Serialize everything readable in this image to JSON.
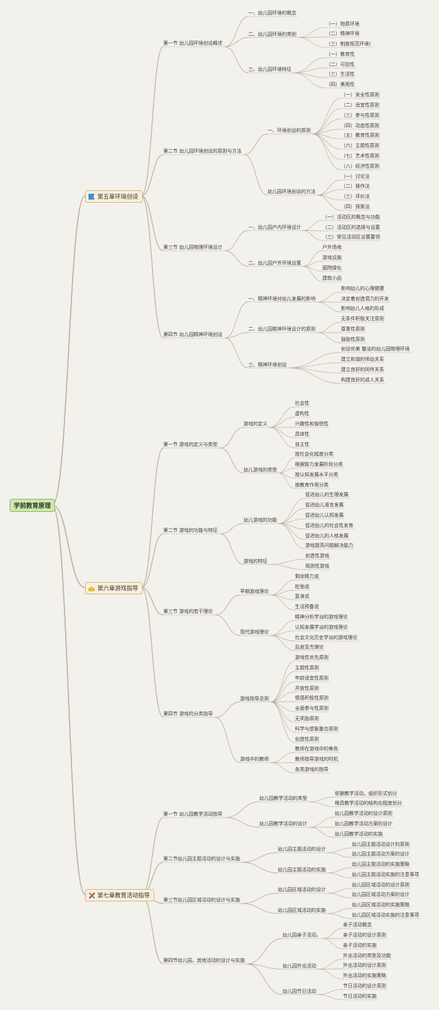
{
  "root": "学前教育原理",
  "line_color": "#b8b3a3",
  "chapters": [
    {
      "label": "第五章环境创设",
      "icon": "flag-icon",
      "sections": [
        {
          "label": "第一节 幼儿园环境创设概述",
          "children": [
            {
              "label": "一、幼儿园环境的概念",
              "children": []
            },
            {
              "label": "二、幼儿园环境的类别",
              "children": [
                {
                  "label": "（一）物质环境"
                },
                {
                  "label": "（二）精神环境"
                },
                {
                  "label": "（三）制度规范环境)"
                }
              ]
            },
            {
              "label": "三、幼儿园环境特征",
              "children": [
                {
                  "label": "（一）教育性"
                },
                {
                  "label": "（二）可控性"
                },
                {
                  "label": "（三）生活性"
                },
                {
                  "label": "（四）美观性"
                }
              ]
            }
          ]
        },
        {
          "label": "第二节 幼儿园环境创设的原则与方法",
          "children": [
            {
              "label": "一、环境创设的原则",
              "children": [
                {
                  "label": "（一）安全性原则"
                },
                {
                  "label": "（二）适宜性原则"
                },
                {
                  "label": "（三）参与性原则"
                },
                {
                  "label": "（四）动态性原则"
                },
                {
                  "label": "（五）教育性原则"
                },
                {
                  "label": "（六）主题性原则"
                },
                {
                  "label": "（七）艺术性原则"
                },
                {
                  "label": "（八）经济性原则"
                }
              ]
            },
            {
              "label": "幼儿园环境创设的方法",
              "children": [
                {
                  "label": "（一）讨论法"
                },
                {
                  "label": "（二）操作法"
                },
                {
                  "label": "（三）评价法"
                },
                {
                  "label": "（四）探索法"
                }
              ]
            }
          ]
        },
        {
          "label": "第三节 幼儿园物理环境设计",
          "children": [
            {
              "label": "一、幼儿园户内环境设计",
              "children": [
                {
                  "label": "（一）活动区的概念与功能"
                },
                {
                  "label": "（二）活动区的选择与设置"
                },
                {
                  "label": "（三）常见活动区设置要领"
                }
              ]
            },
            {
              "label": "二、幼儿园户外环境设置",
              "children": [
                {
                  "label": "户外场地"
                },
                {
                  "label": "游戏设施"
                },
                {
                  "label": "庭院绿化"
                },
                {
                  "label": "建筑小品"
                }
              ]
            }
          ]
        },
        {
          "label": "第四节 幼儿园精神环境创设",
          "children": [
            {
              "label": "一、精神环境对幼儿发展的影响",
              "children": [
                {
                  "label": "影响幼儿的心理健康"
                },
                {
                  "label": "决定着创造潜力的开发"
                },
                {
                  "label": "影响幼儿人格的形成"
                }
              ]
            },
            {
              "label": "二、幼儿园精神环境设计的原则",
              "children": [
                {
                  "label": "无条件积极关注原则"
                },
                {
                  "label": "尊重性原则"
                },
                {
                  "label": "鼓励性原则"
                }
              ]
            },
            {
              "label": "三、精神环境创设",
              "children": [
                {
                  "label": "创设优美 整洁的幼儿园物理环境"
                },
                {
                  "label": "建立和谐的师幼关系"
                },
                {
                  "label": "建立良好的同伴关系"
                },
                {
                  "label": "构建良好的成人关系"
                }
              ]
            }
          ]
        }
      ]
    },
    {
      "label": "第六章游戏指导",
      "icon": "crown-icon",
      "sections": [
        {
          "label": "第一节 游戏的定义与类型",
          "children": [
            {
              "label": "游戏的定义",
              "children": [
                {
                  "label": "社会性"
                },
                {
                  "label": "虚构性"
                },
                {
                  "label": "兴趣性和愉悦性"
                },
                {
                  "label": "具体性"
                },
                {
                  "label": "自主性"
                }
              ]
            },
            {
              "label": "幼儿游戏的类型",
              "children": [
                {
                  "label": "按社会化程度分类"
                },
                {
                  "label": "根据智力发展阶段分类"
                },
                {
                  "label": "按认知发展水平分类"
                },
                {
                  "label": "按教育作用分类"
                }
              ]
            }
          ]
        },
        {
          "label": "第二节 游戏的功能与特征",
          "children": [
            {
              "label": "幼儿游戏的功能",
              "children": [
                {
                  "label": "促进幼儿的生理发展"
                },
                {
                  "label": "促进幼儿语言发展"
                },
                {
                  "label": "促进幼儿认知发展"
                },
                {
                  "label": "促进幼儿的社会性发育"
                },
                {
                  "label": "促进幼儿的人格发展"
                },
                {
                  "label": "游戏提高问题解决能力"
                }
              ]
            },
            {
              "label": "游戏的特征",
              "children": [
                {
                  "label": "创造性游戏"
                },
                {
                  "label": "规则性游戏"
                }
              ]
            }
          ]
        },
        {
          "label": "第三节 游戏的若干理论",
          "children": [
            {
              "label": "早期游戏理论",
              "children": [
                {
                  "label": "剩余精力说"
                },
                {
                  "label": "松弛说"
                },
                {
                  "label": "复演说"
                },
                {
                  "label": "生活预备说"
                }
              ]
            },
            {
              "label": "现代游戏理论",
              "children": [
                {
                  "label": "精神分析学派的游戏理论"
                },
                {
                  "label": "认知发展学派的游戏理论"
                },
                {
                  "label": "社会文化历史学派的游戏理论"
                },
                {
                  "label": "后皮亚杰理论"
                }
              ]
            }
          ]
        },
        {
          "label": "第四节 游戏的分类指导",
          "children": [
            {
              "label": "游戏指导总则",
              "children": [
                {
                  "label": "游戏性优先原则"
                },
                {
                  "label": "主题性原则"
                },
                {
                  "label": "年龄适宜性原则"
                },
                {
                  "label": "开放性原则"
                },
                {
                  "label": "情感积极性原则"
                },
                {
                  "label": "全面参与性原则"
                },
                {
                  "label": "无奖励原则"
                },
                {
                  "label": "科学与想象整合原则"
                },
                {
                  "label": "创造性原则"
                }
              ]
            },
            {
              "label": "游戏中的教师",
              "children": [
                {
                  "label": "教师在游戏中的角色"
                },
                {
                  "label": "教师指导游戏的时机"
                },
                {
                  "label": "各类游戏的指导"
                }
              ]
            }
          ]
        }
      ]
    },
    {
      "label": "第七章教育活动指导",
      "icon": "tools-icon",
      "sections": [
        {
          "label": "第一节 幼儿园教学活动指导",
          "children": [
            {
              "label": "幼儿园教学活动的类型",
              "children": [
                {
                  "label": "依据教学活动，组织形式划分"
                },
                {
                  "label": "根具教学活动的结构化程度划分"
                }
              ]
            },
            {
              "label": "幼儿园教学活动的设计",
              "children": [
                {
                  "label": "幼儿园教学活动的设计原则"
                },
                {
                  "label": "幼儿园教学活动方案的设计"
                },
                {
                  "label": "幼儿园教学活动的实施"
                }
              ]
            }
          ]
        },
        {
          "label": "第二节幼儿园主题活动的设计与实施",
          "children": [
            {
              "label": "幼儿园主题活动的设计",
              "children": [
                {
                  "label": "幼儿园主题活动设计的原则"
                },
                {
                  "label": "幼儿园主题活动方案的设计"
                }
              ]
            },
            {
              "label": "幼儿园主题活动的实施",
              "children": [
                {
                  "label": "幼儿园主题活动的实施策略"
                },
                {
                  "label": "幼儿园主题活动实施的注意事项"
                }
              ]
            }
          ]
        },
        {
          "label": "第三节幼儿园区域活动的设计与实施",
          "children": [
            {
              "label": "幼儿园区域活动的设计",
              "children": [
                {
                  "label": "幼儿园区域活动的设计原则"
                },
                {
                  "label": "幼儿园区域活动方案的设计"
                }
              ]
            },
            {
              "label": "幼儿园区域活动的实施",
              "children": [
                {
                  "label": "幼儿园区域活动的实施策略"
                },
                {
                  "label": "幼儿园区域活动实施的注意事项"
                }
              ]
            }
          ]
        },
        {
          "label": "第四节幼儿园，其他活动的设计与实施",
          "children": [
            {
              "label": "幼儿园亲子活动，",
              "children": [
                {
                  "label": "亲子活动概念"
                },
                {
                  "label": "亲子活动的设计原则"
                },
                {
                  "label": "亲子活动的实施"
                }
              ]
            },
            {
              "label": "幼儿园外出活动",
              "children": [
                {
                  "label": "外出活动的类型及功能"
                },
                {
                  "label": "外出活动的设计原则"
                },
                {
                  "label": "外出活动的实施策略"
                }
              ]
            },
            {
              "label": "幼儿园节日活动",
              "children": [
                {
                  "label": "节日活动的设计原则"
                },
                {
                  "label": "节日活动的实施"
                }
              ]
            }
          ]
        }
      ]
    }
  ]
}
